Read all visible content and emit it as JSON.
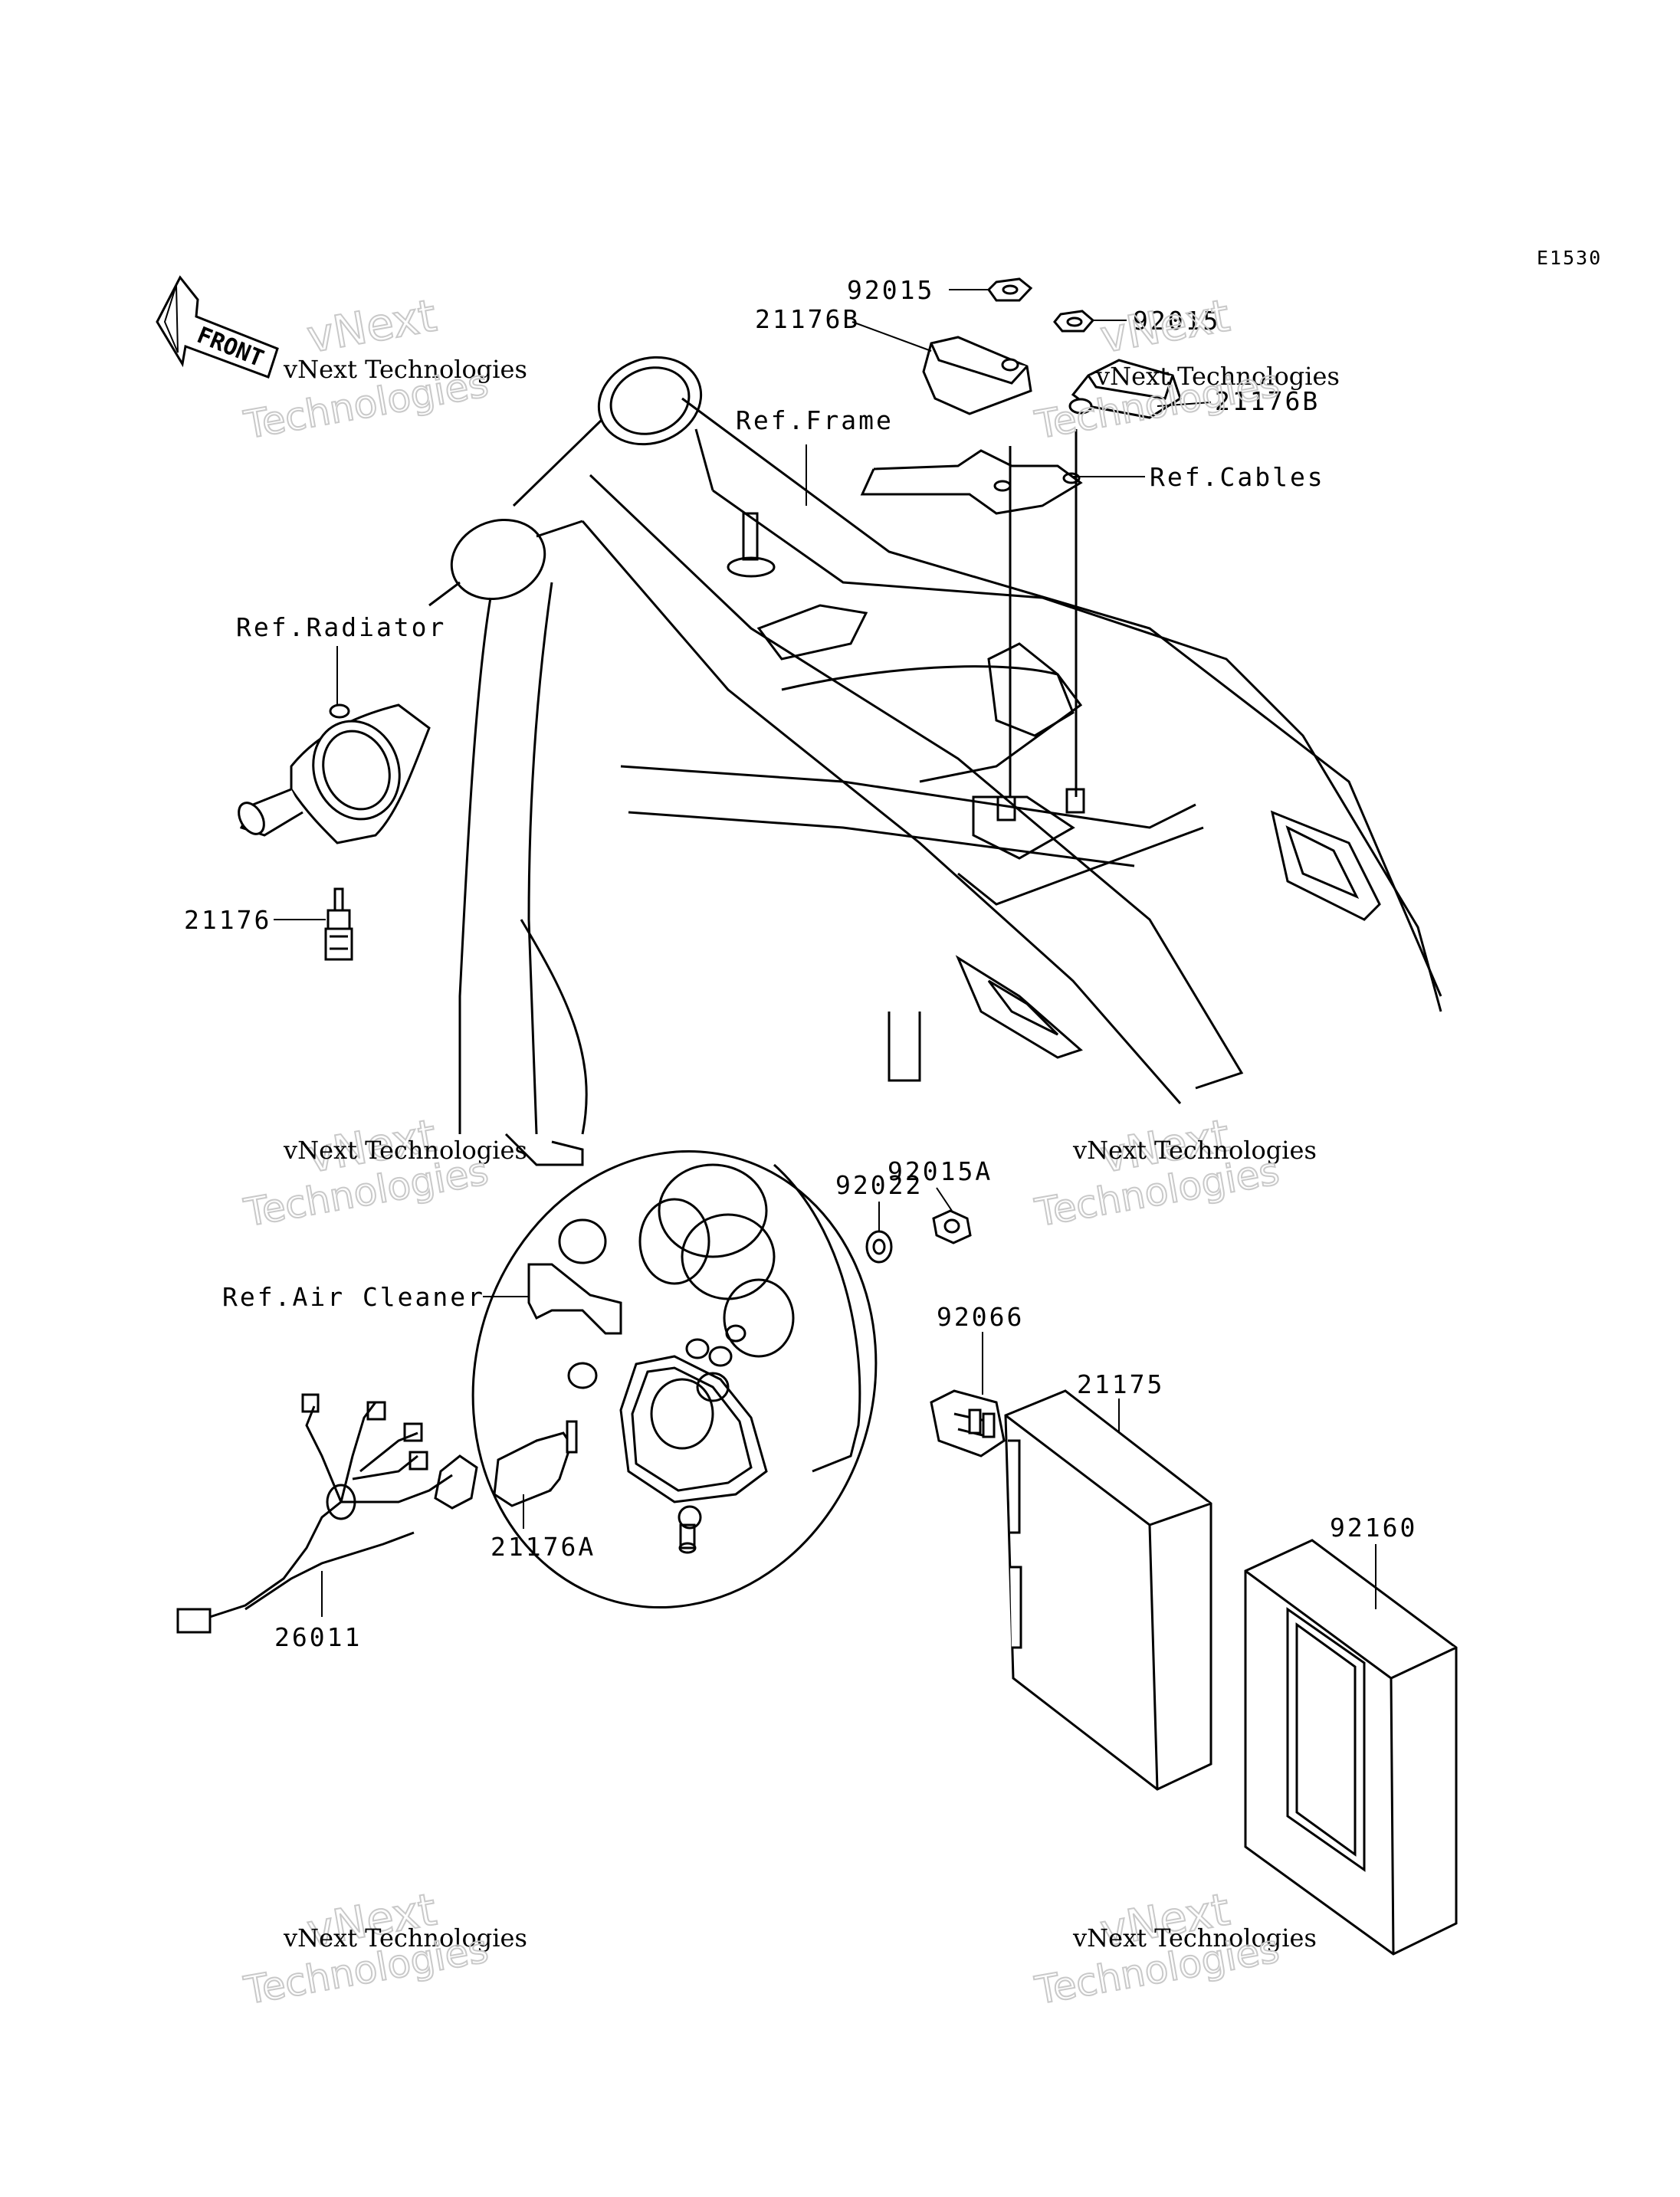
{
  "diagram_code": "E1530",
  "front_label": "FRONT",
  "labels": {
    "nut_top_left": "92015",
    "nut_top_right": "92015",
    "sensor_b_left": "21176B",
    "sensor_b_right": "21176B",
    "ref_frame": "Ref.Frame",
    "ref_cables": "Ref.Cables",
    "ref_radiator": "Ref.Radiator",
    "sensor_21176": "21176",
    "nut_92015a": "92015A",
    "washer_92022": "92022",
    "ref_air_cleaner": "Ref.Air Cleaner",
    "connector_92066": "92066",
    "ecu_21175": "21175",
    "cover_92160": "92160",
    "sensor_21176a": "21176A",
    "harness_26011": "26011"
  },
  "watermark": {
    "brand": "vNext",
    "company": "vNext Technologies",
    "word": "Technologies"
  }
}
